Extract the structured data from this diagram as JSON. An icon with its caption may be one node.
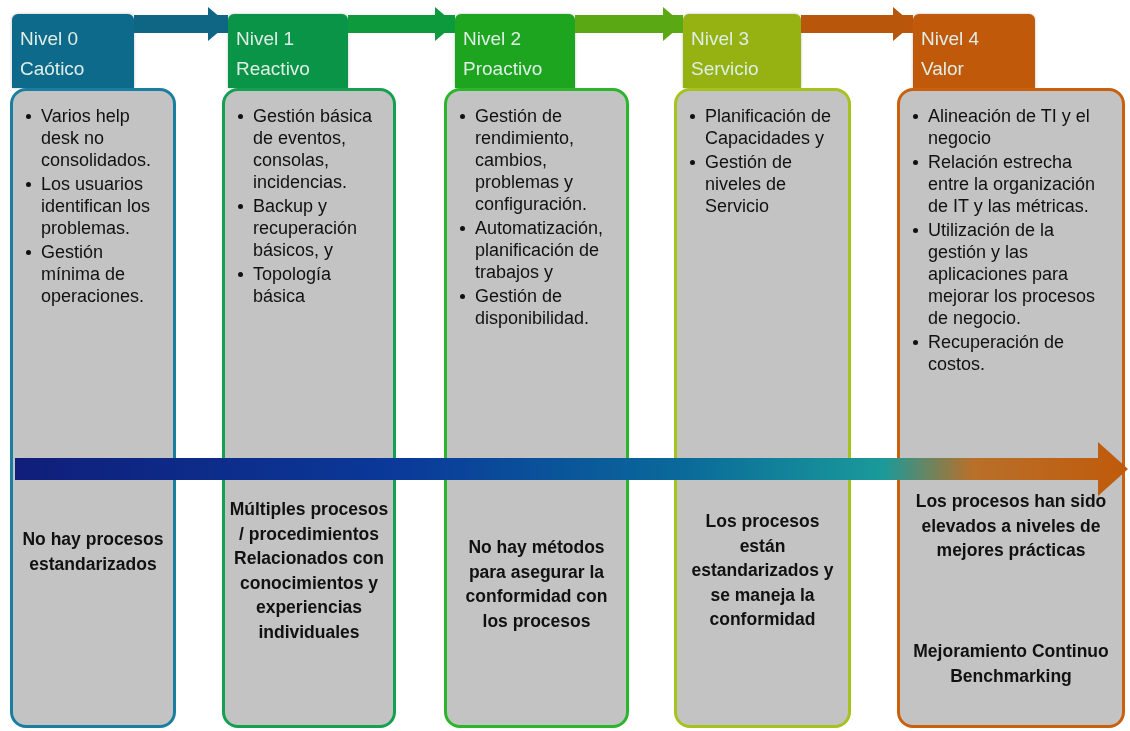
{
  "diagram": {
    "nodes": [
      {
        "text": [
          "Nivel 0",
          "Caótico"
        ]
      },
      {
        "text": [
          "Varios help desk no consolidados.",
          "Los usuarios identifican los problemas.",
          "Gestión mínima de operaciones.",
          "No hay procesos estandarizados"
        ]
      },
      {
        "text": [
          "Nivel 1",
          "Reactivo"
        ]
      },
      {
        "text": [
          "Gestión básica de eventos, consolas, incidencias.",
          "Backup y recuperación básicos, y",
          "Topología básica",
          "Múltiples procesos / procedimientos Relacionados con conocimientos y experiencias individuales"
        ]
      },
      {
        "text": [
          "Nivel 2",
          "Proactivo"
        ]
      },
      {
        "text": [
          "Gestión de rendimiento, cambios, problemas y configuración.",
          "Automatización, planificación de trabajos y",
          "Gestión de disponibilidad.",
          "No hay métodos para asegurar la conformidad con los procesos"
        ]
      },
      {
        "text": [
          "Nivel 3",
          "Servicio"
        ]
      },
      {
        "text": [
          "Planificación de Capacidades y",
          "Gestión de niveles de Servicio",
          "Los procesos están estandarizados y se maneja la conformidad"
        ]
      },
      {
        "text": [
          "Nivel 4",
          "Valor"
        ]
      },
      {
        "text": [
          "Alineación de TI y el negocio",
          "Relación estrecha entre la organización de IT y las métricas.",
          "Utilización de la gestión y las aplicaciones para mejorar los procesos de negocio.",
          "Recuperación de costos.",
          "Los procesos han sido elevados a niveles de mejores prácticas",
          "Mejoramiento Continuo Benchmarking"
        ]
      }
    ],
    "edges": [
      {
        "from": 0,
        "to": 2,
        "arrow": "to",
        "color": "#0e6584"
      },
      {
        "from": 2,
        "to": 4,
        "arrow": "to",
        "color": "#0c9a3c"
      },
      {
        "from": 4,
        "to": 6,
        "arrow": "to",
        "color": "#5aa814"
      },
      {
        "from": 6,
        "to": 8,
        "arrow": "to",
        "color": "#b8560c"
      }
    ]
  }
}
